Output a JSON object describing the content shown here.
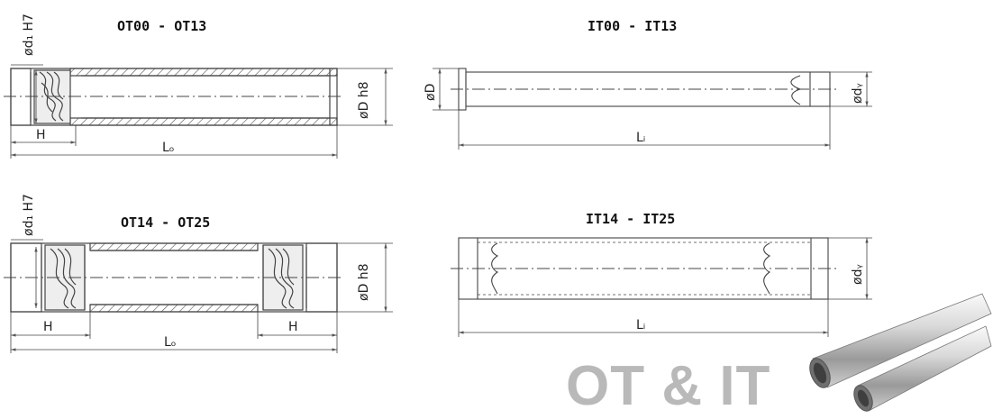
{
  "diagrams": {
    "ot_small": {
      "title": "OT00 - OT13",
      "bore_label": "ød₁ H7",
      "outer_label": "øD h8",
      "h_label": "H",
      "length_label": "Lₒ"
    },
    "ot_large": {
      "title": "OT14 - OT25",
      "bore_label": "ød₁ H7",
      "outer_label": "øD h8",
      "h_left_label": "H",
      "h_right_label": "H",
      "length_label": "Lₒ"
    },
    "it_small": {
      "title": "IT00 - IT13",
      "outer_label": "øD",
      "dy_label": "ødᵧ",
      "length_label": "Lᵢ"
    },
    "it_large": {
      "title": "IT14 - IT25",
      "dy_label": "ødᵧ",
      "length_label": "Lᵢ"
    }
  },
  "brand": {
    "text": "OT & IT",
    "color": "#b9b9b9"
  },
  "colors": {
    "line": "#444444",
    "dim": "#555555",
    "hatch": "#555555",
    "tube_light": "#f2f2f2",
    "tube_dark": "#8a8a8a"
  }
}
